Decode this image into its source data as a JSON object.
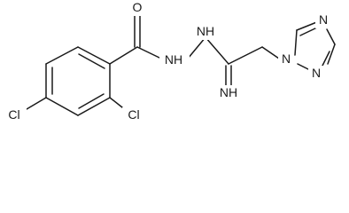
{
  "atoms": {
    "carbonyl_oxygen": "O",
    "hydrazide_nh": "NH",
    "hydrazide_nh_right": "NH",
    "imine_nh": "NH",
    "triazole_n1": "N",
    "triazole_n2": "N",
    "triazole_n4": "N",
    "chlorine_left": "Cl",
    "chlorine_ortho": "Cl"
  }
}
